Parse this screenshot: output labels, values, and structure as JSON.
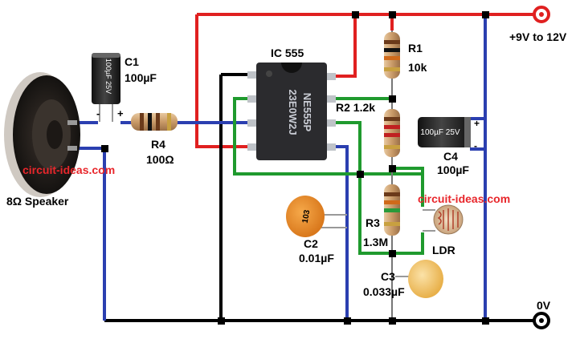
{
  "labels": {
    "c1_name": "C1",
    "c1_value": "100µF",
    "r4_name": "R4",
    "r4_value": "100Ω",
    "ic_name": "IC 555",
    "r1_name": "R1",
    "r1_value": "10k",
    "r2": "R2 1.2k",
    "c4_name": "C4",
    "c4_value": "100µF",
    "r3_name": "R3",
    "r3_value": "1.3M",
    "c2_name": "C2",
    "c2_value": "0.01µF",
    "c3_name": "C3",
    "c3_value": "0.033µF",
    "ldr": "LDR",
    "speaker": "8Ω Speaker",
    "supply": "+9V to 12V",
    "ground": "0V"
  },
  "markings": {
    "chip_line1": "23E0W2J",
    "chip_line2": "NE555P",
    "c1_body": "100µF 25V",
    "c4_body": "100µF 25V",
    "c2_code": "103",
    "polarity_plus": "+",
    "polarity_minus": "-"
  },
  "watermarks": {
    "left": "circuit-ideas.com",
    "right": "circuit-ideas.com"
  },
  "colors": {
    "supply_wire": "#e02020",
    "ground_wire": "#000000",
    "blue_wire": "#2b3fb0",
    "green_wire": "#1f9a2e",
    "watermark": "#e8262b"
  }
}
